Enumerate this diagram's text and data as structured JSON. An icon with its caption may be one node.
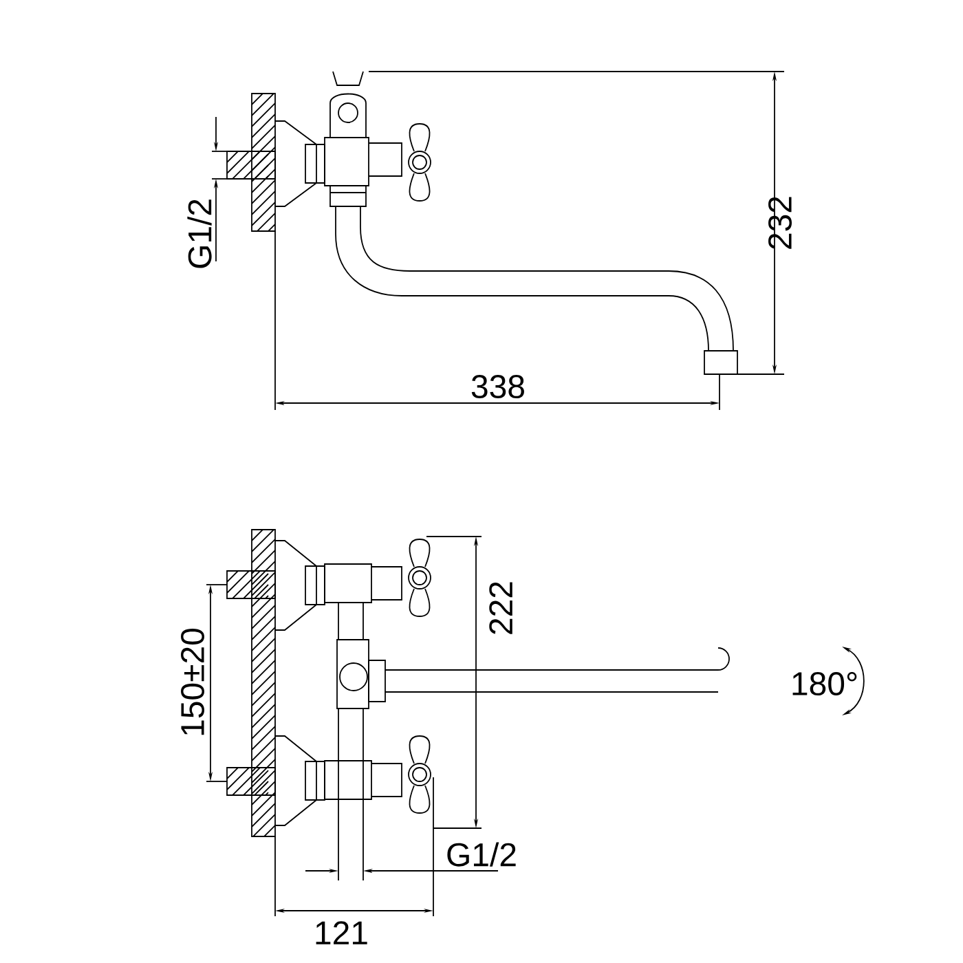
{
  "diagram": {
    "labels": [
      "G1/2",
      "232",
      "338",
      "150±20",
      "222",
      "180°",
      "G1/2",
      "121"
    ]
  }
}
